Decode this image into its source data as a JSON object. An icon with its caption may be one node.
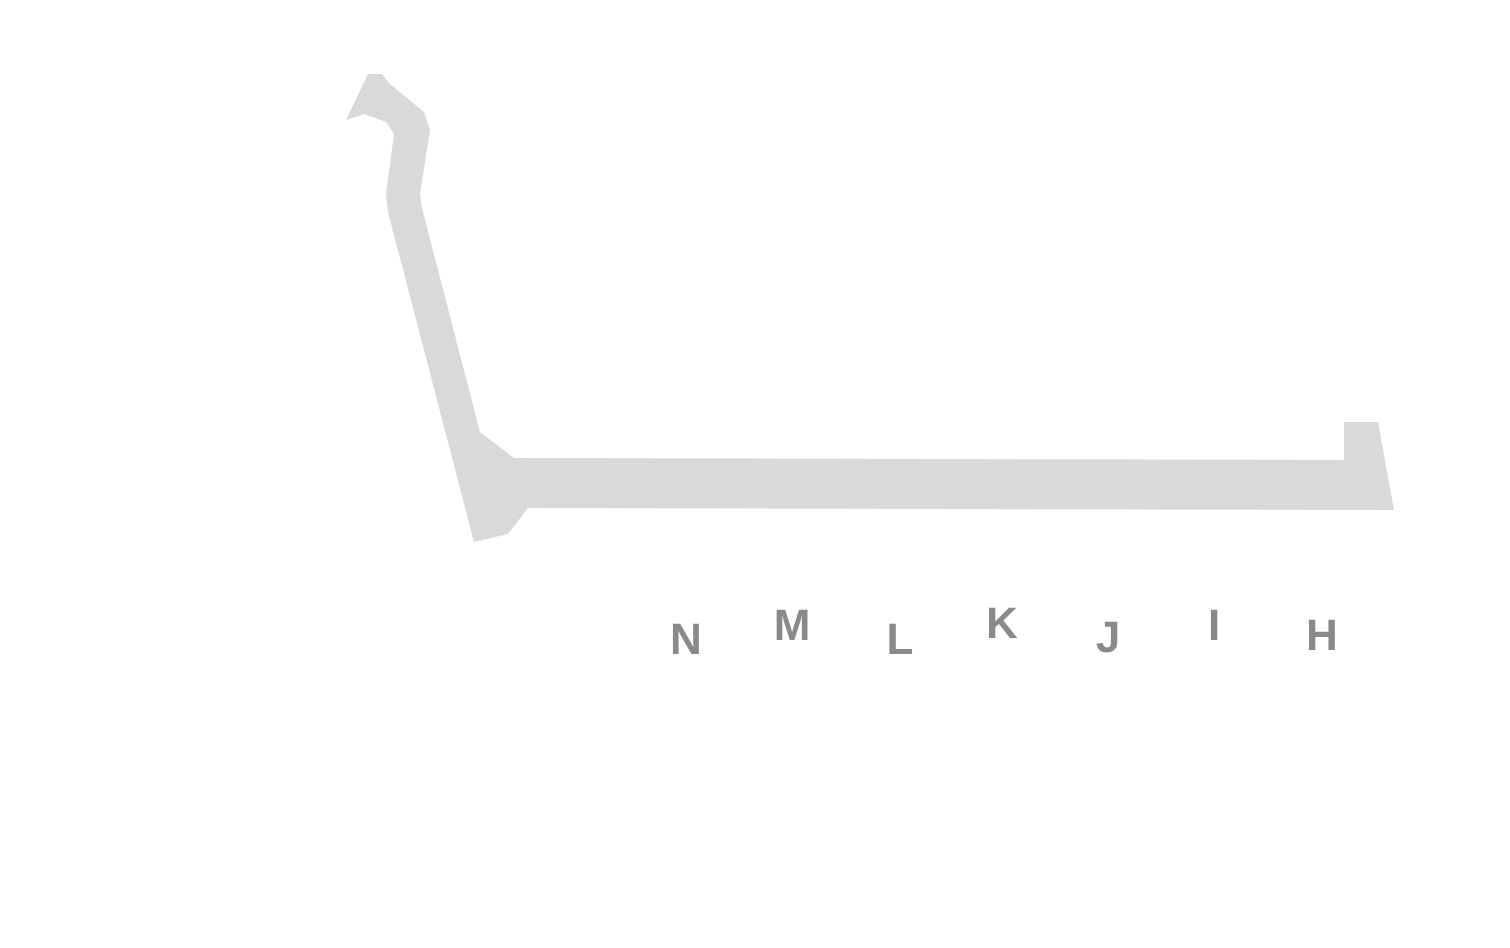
{
  "diagram": {
    "labels": [
      "N",
      "M",
      "L",
      "K",
      "J",
      "I",
      "H"
    ]
  }
}
